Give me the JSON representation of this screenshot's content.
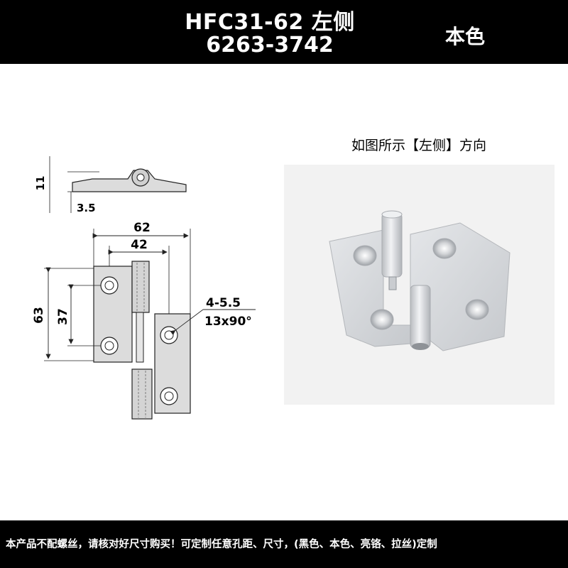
{
  "header": {
    "model_line": "HFC31-62  左侧",
    "part_number": "6263-3742",
    "color": "本色"
  },
  "drawing": {
    "dim_height_side": "11",
    "dim_leaf_thickness": "3.5",
    "dim_total_width": "62",
    "dim_leaf_width": "42",
    "dim_height": "63",
    "dim_hole_spacing": "37",
    "hole_spec_line1": "4-5.5",
    "hole_spec_line2": "13x90°"
  },
  "photo": {
    "caption": "如图所示【左侧】方向"
  },
  "footer": {
    "notice": "本产品不配螺丝，请核对好尺寸购买！可定制任意孔距、尺寸，(黑色、本色、亮铬、拉丝)定制"
  },
  "colors": {
    "banner": "#000000",
    "banner_text": "#ffffff",
    "line": "#222222",
    "metal_fill": "#dcdcdc",
    "photo_bg": "#f2f2f2",
    "metal_photo": "#d2d4d7"
  }
}
